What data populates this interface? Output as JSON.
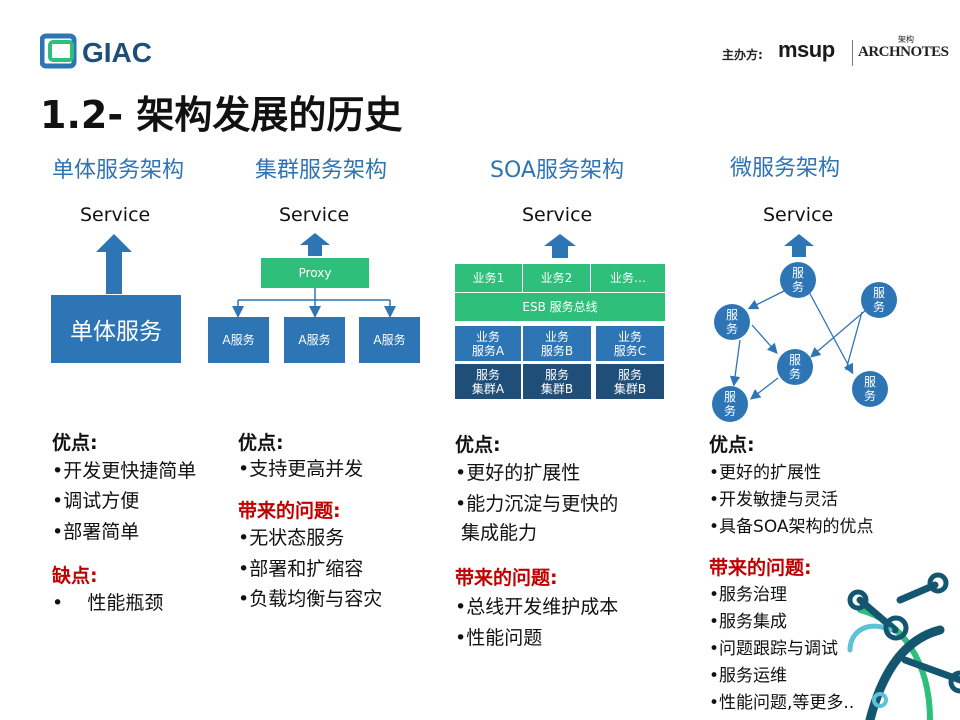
{
  "header": {
    "logo_text": "GIAC",
    "sponsor_label": "主办方:",
    "sponsor_msup": "msup",
    "sponsor_arch": "ARCHNOTES",
    "sponsor_arch_cn": "架构",
    "title": "1.2- 架构发展的历史"
  },
  "columns": [
    {
      "title": "单体服务架构",
      "service": "Service",
      "main_box": "单体服务",
      "pros_heading": "优点:",
      "pros": [
        "•开发更快捷简单",
        "•调试方便",
        "•部署简单"
      ],
      "cons_heading": "缺点:",
      "cons": [
        "•    性能瓶颈"
      ]
    },
    {
      "title": "集群服务架构",
      "service": "Service",
      "proxy": "Proxy",
      "nodes": [
        "A服务",
        "A服务",
        "A服务"
      ],
      "pros_heading": "优点:",
      "pros": [
        "•支持更高并发"
      ],
      "cons_heading": "带来的问题:",
      "cons": [
        "•无状态服务",
        "•部署和扩缩容",
        "•负载均衡与容灾"
      ]
    },
    {
      "title": "SOA服务架构",
      "service": "Service",
      "biz": [
        "业务1",
        "业务2",
        "业务…"
      ],
      "esb": "ESB 服务总线",
      "services": [
        [
          "业务",
          "服务A"
        ],
        [
          "业务",
          "服务B"
        ],
        [
          "业务",
          "服务C"
        ]
      ],
      "clusters": [
        [
          "服务",
          "集群A"
        ],
        [
          "服务",
          "集群B"
        ],
        [
          "服务",
          "集群B"
        ]
      ],
      "pros_heading": "优点:",
      "pros": [
        "•更好的扩展性",
        "•能力沉淀与更快的",
        " 集成能力"
      ],
      "cons_heading": "带来的问题:",
      "cons": [
        "•总线开发维护成本",
        "•性能问题"
      ]
    },
    {
      "title": "微服务架构",
      "service": "Service",
      "nodes": [
        [
          "服",
          "务"
        ],
        [
          "服",
          "务"
        ],
        [
          "服",
          "务"
        ],
        [
          "服",
          "务"
        ],
        [
          "服",
          "务"
        ],
        [
          "服",
          "务"
        ]
      ],
      "pros_heading": "优点:",
      "pros": [
        "•更好的扩展性",
        "•开发敏捷与灵活",
        "•具备SOA架构的优点"
      ],
      "cons_heading": "带来的问题:",
      "cons": [
        "•服务治理",
        "•服务集成",
        "•问题跟踪与调试",
        "•服务运维",
        "•性能问题,等更多.."
      ]
    }
  ],
  "colors": {
    "accent_blue": "#2e75b6",
    "dark_blue": "#1f4e79",
    "title_blue": "#2e74b5",
    "proxy_green": "#2ebf7a",
    "problem_red": "#c00000"
  }
}
